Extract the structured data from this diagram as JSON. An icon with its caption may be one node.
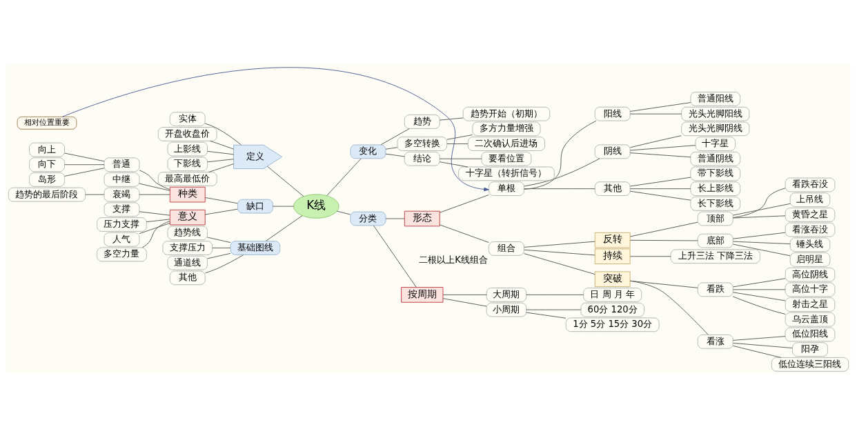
{
  "diagram": {
    "nodes": [
      {
        "text": [
          "K线"
        ]
      },
      {
        "text": [
          "定义"
        ]
      },
      {
        "text": [
          "实体"
        ]
      },
      {
        "text": [
          "开盘收盘价"
        ]
      },
      {
        "text": [
          "上影线"
        ]
      },
      {
        "text": [
          "下影线"
        ]
      },
      {
        "text": [
          "最高最低价"
        ]
      },
      {
        "text": [
          "缺口"
        ]
      },
      {
        "text": [
          "种类"
        ]
      },
      {
        "text": [
          "普通"
        ]
      },
      {
        "text": [
          "向上"
        ]
      },
      {
        "text": [
          "向下"
        ]
      },
      {
        "text": [
          "岛形"
        ]
      },
      {
        "text": [
          "中继"
        ]
      },
      {
        "text": [
          "衰竭"
        ]
      },
      {
        "text": [
          "趋势的最后阶段"
        ]
      },
      {
        "text": [
          "意义"
        ]
      },
      {
        "text": [
          "支撑"
        ]
      },
      {
        "text": [
          "压力支撑"
        ]
      },
      {
        "text": [
          "人气"
        ]
      },
      {
        "text": [
          "多空力量"
        ]
      },
      {
        "text": [
          "基础图线"
        ]
      },
      {
        "text": [
          "趋势线"
        ]
      },
      {
        "text": [
          "支撑压力"
        ]
      },
      {
        "text": [
          "通道线"
        ]
      },
      {
        "text": [
          "其他"
        ]
      },
      {
        "text": [
          "分类"
        ]
      },
      {
        "text": [
          "按周期"
        ]
      },
      {
        "text": [
          "小周期"
        ]
      },
      {
        "text": [
          "1分 5分 15分 30分"
        ]
      },
      {
        "text": [
          "60分 120分"
        ]
      },
      {
        "text": [
          "大周期"
        ]
      },
      {
        "text": [
          "日 周 月 年"
        ]
      },
      {
        "text": [
          "形态"
        ]
      },
      {
        "text": [
          "单根"
        ]
      },
      {
        "text": [
          "阳线"
        ]
      },
      {
        "text": [
          "光头光脚阳线"
        ]
      },
      {
        "text": [
          "普通阳线"
        ]
      },
      {
        "text": [
          "阴线"
        ]
      },
      {
        "text": [
          "十字星"
        ]
      },
      {
        "text": [
          "普通阴线"
        ]
      },
      {
        "text": [
          "光头光脚阴线"
        ]
      },
      {
        "text": [
          "其他"
        ]
      },
      {
        "text": [
          "长上影线"
        ]
      },
      {
        "text": [
          "长下影线"
        ]
      },
      {
        "text": [
          "带下影线"
        ]
      },
      {
        "text": [
          "组合"
        ],
        "beside": [
          "二根以上K线组合"
        ]
      },
      {
        "text": [
          "相对位置重要"
        ]
      },
      {
        "text": [
          "反转"
        ]
      },
      {
        "text": [
          "底部"
        ]
      },
      {
        "text": [
          "顶部"
        ]
      },
      {
        "text": [
          "锤头线"
        ]
      },
      {
        "text": [
          "启明星"
        ]
      },
      {
        "text": [
          "看涨吞没"
        ]
      },
      {
        "text": [
          "上吊线"
        ]
      },
      {
        "text": [
          "黄昏之星"
        ]
      },
      {
        "text": [
          "看跌吞没"
        ]
      },
      {
        "text": [
          "持续"
        ]
      },
      {
        "text": [
          "上升三法 下降三法"
        ]
      },
      {
        "text": [
          "突破"
        ]
      },
      {
        "text": [
          "看涨"
        ]
      },
      {
        "text": [
          "看跌"
        ]
      },
      {
        "text": [
          "低位阳线"
        ]
      },
      {
        "text": [
          "阳孕"
        ]
      },
      {
        "text": [
          "低位连续三阳线"
        ]
      },
      {
        "text": [
          "高位十字"
        ]
      },
      {
        "text": [
          "射击之星"
        ]
      },
      {
        "text": [
          "乌云盖顶"
        ]
      },
      {
        "text": [
          "高位阴线"
        ]
      },
      {
        "text": [
          "变化"
        ]
      },
      {
        "text": [
          "趋势"
        ]
      },
      {
        "text": [
          "趋势开始（初期）"
        ]
      },
      {
        "text": [
          "多空转换"
        ]
      },
      {
        "text": [
          "二次确认后进场"
        ]
      },
      {
        "text": [
          "多方力量增强"
        ]
      },
      {
        "text": [
          "结论"
        ]
      },
      {
        "text": [
          "十字星（转折信号）"
        ]
      },
      {
        "text": [
          "要看位置"
        ]
      }
    ],
    "edges": [
      {
        "from": 0,
        "to": 1,
        "arrow": "none"
      },
      {
        "from": 1,
        "to": 2,
        "arrow": "none"
      },
      {
        "from": 1,
        "to": 3,
        "arrow": "none"
      },
      {
        "from": 1,
        "to": 4,
        "arrow": "none"
      },
      {
        "from": 1,
        "to": 5,
        "arrow": "none"
      },
      {
        "from": 1,
        "to": 6,
        "arrow": "none"
      },
      {
        "from": 0,
        "to": 7,
        "arrow": "none"
      },
      {
        "from": 7,
        "to": 8,
        "arrow": "none"
      },
      {
        "from": 8,
        "to": 9,
        "arrow": "none"
      },
      {
        "from": 9,
        "to": 10,
        "arrow": "none"
      },
      {
        "from": 9,
        "to": 11,
        "arrow": "none"
      },
      {
        "from": 9,
        "to": 12,
        "arrow": "none"
      },
      {
        "from": 8,
        "to": 13,
        "arrow": "none"
      },
      {
        "from": 8,
        "to": 14,
        "arrow": "none"
      },
      {
        "from": 14,
        "to": 15,
        "arrow": "none"
      },
      {
        "from": 7,
        "to": 16,
        "arrow": "none"
      },
      {
        "from": 16,
        "to": 17,
        "arrow": "none"
      },
      {
        "from": 16,
        "to": 18,
        "arrow": "none"
      },
      {
        "from": 16,
        "to": 19,
        "arrow": "none"
      },
      {
        "from": 16,
        "to": 20,
        "arrow": "none"
      },
      {
        "from": 0,
        "to": 21,
        "arrow": "none"
      },
      {
        "from": 21,
        "to": 22,
        "arrow": "none"
      },
      {
        "from": 21,
        "to": 23,
        "arrow": "none"
      },
      {
        "from": 21,
        "to": 24,
        "arrow": "none"
      },
      {
        "from": 21,
        "to": 25,
        "arrow": "none"
      },
      {
        "from": 0,
        "to": 26,
        "arrow": "none"
      },
      {
        "from": 26,
        "to": 27,
        "arrow": "none"
      },
      {
        "from": 27,
        "to": 28,
        "arrow": "none"
      },
      {
        "from": 28,
        "to": 29,
        "arrow": "none"
      },
      {
        "from": 28,
        "to": 30,
        "arrow": "none"
      },
      {
        "from": 27,
        "to": 31,
        "arrow": "none"
      },
      {
        "from": 31,
        "to": 32,
        "arrow": "none"
      },
      {
        "from": 26,
        "to": 33,
        "arrow": "none"
      },
      {
        "from": 33,
        "to": 34,
        "arrow": "none"
      },
      {
        "from": 34,
        "to": 35,
        "arrow": "none"
      },
      {
        "from": 35,
        "to": 36,
        "arrow": "none"
      },
      {
        "from": 35,
        "to": 37,
        "arrow": "none"
      },
      {
        "from": 34,
        "to": 38,
        "arrow": "none"
      },
      {
        "from": 38,
        "to": 39,
        "arrow": "none"
      },
      {
        "from": 38,
        "to": 40,
        "arrow": "none"
      },
      {
        "from": 38,
        "to": 41,
        "arrow": "none"
      },
      {
        "from": 34,
        "to": 42,
        "arrow": "none"
      },
      {
        "from": 42,
        "to": 43,
        "arrow": "none"
      },
      {
        "from": 42,
        "to": 44,
        "arrow": "none"
      },
      {
        "from": 42,
        "to": 45,
        "arrow": "none"
      },
      {
        "from": 33,
        "to": 46,
        "arrow": "none"
      },
      {
        "from": 47,
        "to": 34,
        "arrow": "to",
        "color": "#4a5f95"
      },
      {
        "from": 46,
        "to": 48,
        "arrow": "none"
      },
      {
        "from": 48,
        "to": 49,
        "arrow": "none"
      },
      {
        "from": 48,
        "to": 50,
        "arrow": "none"
      },
      {
        "from": 49,
        "to": 51,
        "arrow": "none"
      },
      {
        "from": 49,
        "to": 52,
        "arrow": "none"
      },
      {
        "from": 49,
        "to": 53,
        "arrow": "none"
      },
      {
        "from": 50,
        "to": 54,
        "arrow": "none"
      },
      {
        "from": 50,
        "to": 55,
        "arrow": "none"
      },
      {
        "from": 50,
        "to": 56,
        "arrow": "none"
      },
      {
        "from": 46,
        "to": 57,
        "arrow": "none"
      },
      {
        "from": 57,
        "to": 58,
        "arrow": "none"
      },
      {
        "from": 46,
        "to": 59,
        "arrow": "none"
      },
      {
        "from": 59,
        "to": 60,
        "arrow": "none"
      },
      {
        "from": 59,
        "to": 61,
        "arrow": "none"
      },
      {
        "from": 60,
        "to": 62,
        "arrow": "none"
      },
      {
        "from": 60,
        "to": 63,
        "arrow": "none"
      },
      {
        "from": 60,
        "to": 64,
        "arrow": "none"
      },
      {
        "from": 61,
        "to": 65,
        "arrow": "none"
      },
      {
        "from": 61,
        "to": 66,
        "arrow": "none"
      },
      {
        "from": 61,
        "to": 67,
        "arrow": "none"
      },
      {
        "from": 61,
        "to": 68,
        "arrow": "none"
      },
      {
        "from": 0,
        "to": 69,
        "arrow": "none"
      },
      {
        "from": 69,
        "to": 70,
        "arrow": "none"
      },
      {
        "from": 70,
        "to": 71,
        "arrow": "none"
      },
      {
        "from": 69,
        "to": 72,
        "arrow": "none"
      },
      {
        "from": 72,
        "to": 73,
        "arrow": "none"
      },
      {
        "from": 72,
        "to": 74,
        "arrow": "none"
      },
      {
        "from": 69,
        "to": 75,
        "arrow": "none"
      },
      {
        "from": 75,
        "to": 76,
        "arrow": "none"
      },
      {
        "from": 75,
        "to": 77,
        "arrow": "none"
      }
    ]
  }
}
